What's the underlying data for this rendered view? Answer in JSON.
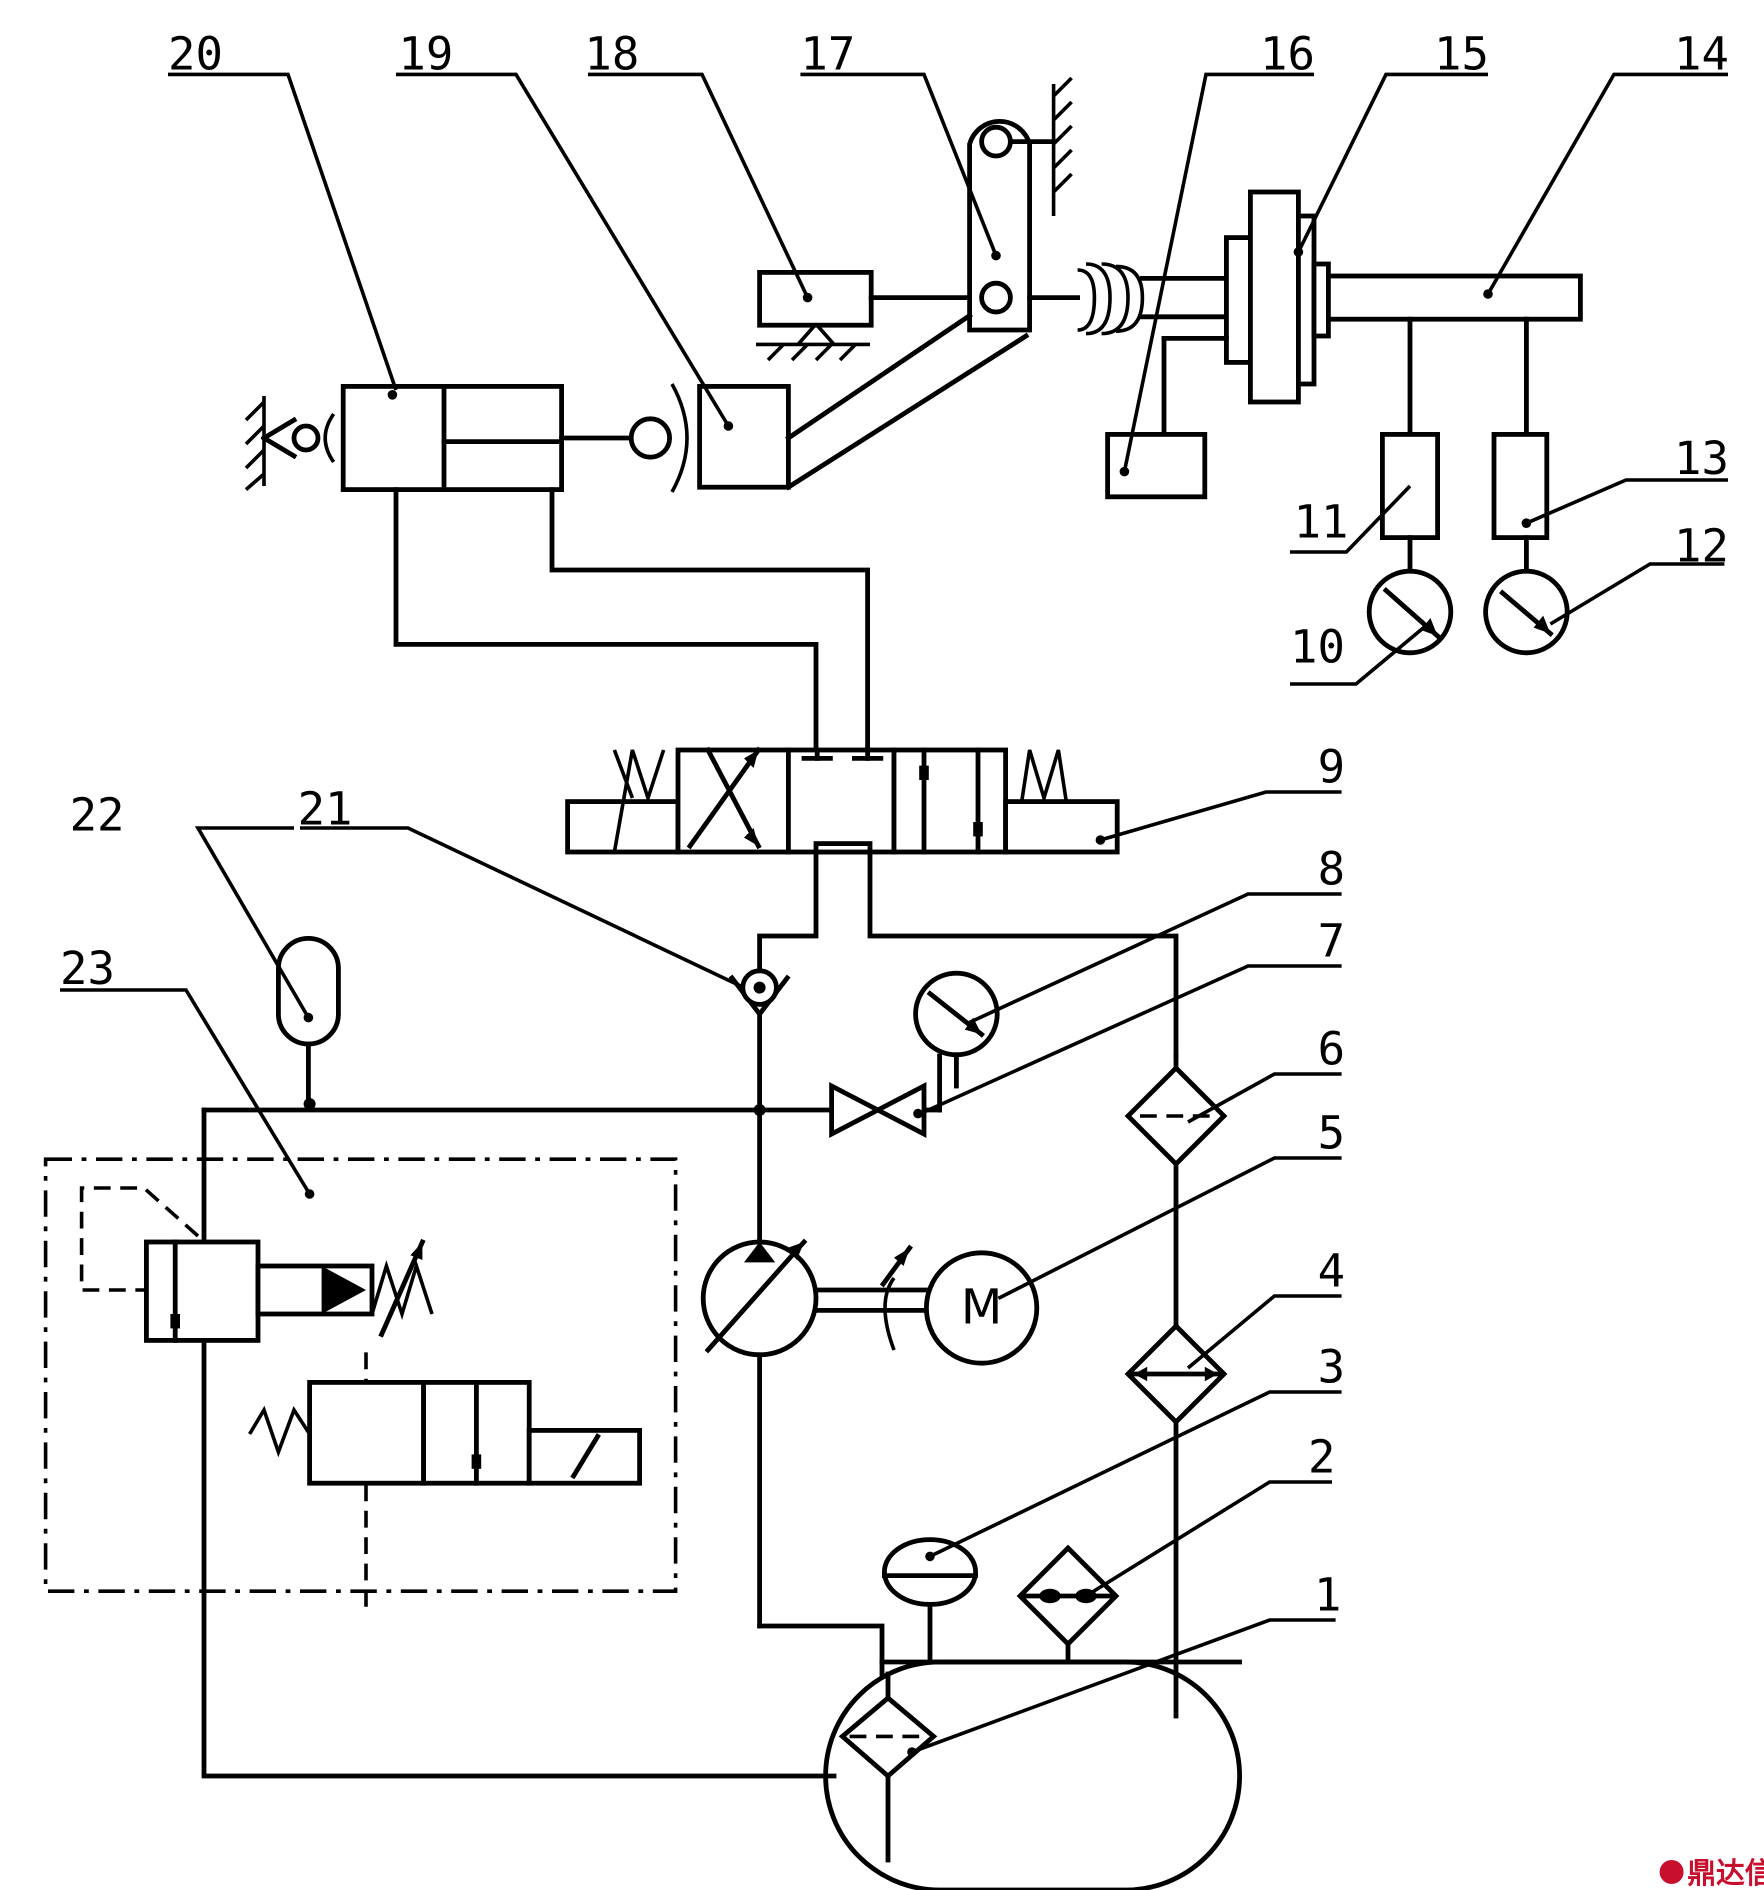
{
  "components": [
    {
      "id": "1",
      "label": "1"
    },
    {
      "id": "2",
      "label": "2"
    },
    {
      "id": "3",
      "label": "3"
    },
    {
      "id": "4",
      "label": "4"
    },
    {
      "id": "5",
      "label": "5"
    },
    {
      "id": "6",
      "label": "6"
    },
    {
      "id": "7",
      "label": "7"
    },
    {
      "id": "8",
      "label": "8"
    },
    {
      "id": "9",
      "label": "9"
    },
    {
      "id": "10",
      "label": "10"
    },
    {
      "id": "11",
      "label": "11"
    },
    {
      "id": "12",
      "label": "12"
    },
    {
      "id": "13",
      "label": "13"
    },
    {
      "id": "14",
      "label": "14"
    },
    {
      "id": "15",
      "label": "15"
    },
    {
      "id": "16",
      "label": "16"
    },
    {
      "id": "17",
      "label": "17"
    },
    {
      "id": "18",
      "label": "18"
    },
    {
      "id": "19",
      "label": "19"
    },
    {
      "id": "20",
      "label": "20"
    },
    {
      "id": "21",
      "label": "21"
    },
    {
      "id": "22",
      "label": "22"
    },
    {
      "id": "23",
      "label": "23"
    }
  ],
  "motor_symbol": "M",
  "watermark": {
    "text": "鼎达信",
    "icon": "logo-icon"
  }
}
